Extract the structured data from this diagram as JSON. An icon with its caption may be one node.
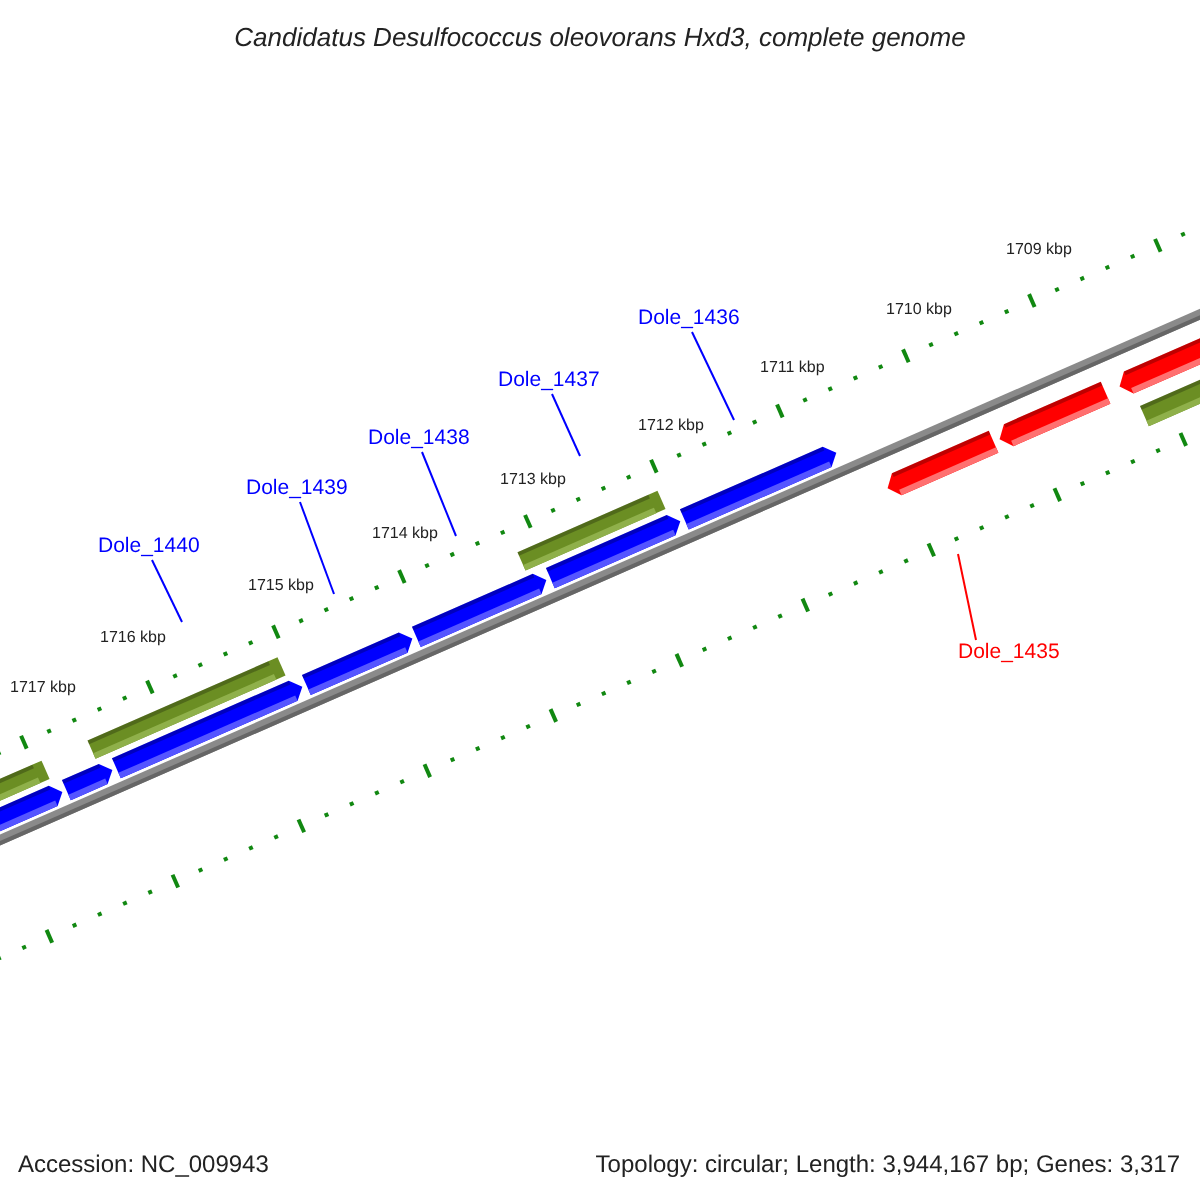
{
  "diagram": {
    "title": "Candidatus Desulfococcus oleovorans Hxd3, complete genome",
    "nodes": [
      {
        "text": [
          "Dole_1436"
        ]
      },
      {
        "text": [
          "Dole_1437"
        ]
      },
      {
        "text": [
          "Dole_1438"
        ]
      },
      {
        "text": [
          "Dole_1439"
        ]
      },
      {
        "text": [
          "Dole_1440"
        ]
      },
      {
        "text": [
          "Dole_1435"
        ]
      }
    ],
    "edges": [
      {
        "from": 0,
        "to": null,
        "arrow": "none"
      },
      {
        "from": 1,
        "to": null,
        "arrow": "none"
      },
      {
        "from": 2,
        "to": null,
        "arrow": "none"
      },
      {
        "from": 3,
        "to": null,
        "arrow": "none"
      },
      {
        "from": 4,
        "to": null,
        "arrow": "none"
      },
      {
        "from": 5,
        "to": null,
        "arrow": "none",
        "color": "#ff0000"
      }
    ],
    "labels": [
      "1709 kbp",
      "1710 kbp",
      "1711 kbp",
      "1712 kbp",
      "1713 kbp",
      "1714 kbp",
      "1715 kbp",
      "1716 kbp",
      "1717 kbp",
      "Accession: NC_009943",
      "Topology: circular; Length: 3,944,167 bp; Genes: 3,317"
    ]
  }
}
